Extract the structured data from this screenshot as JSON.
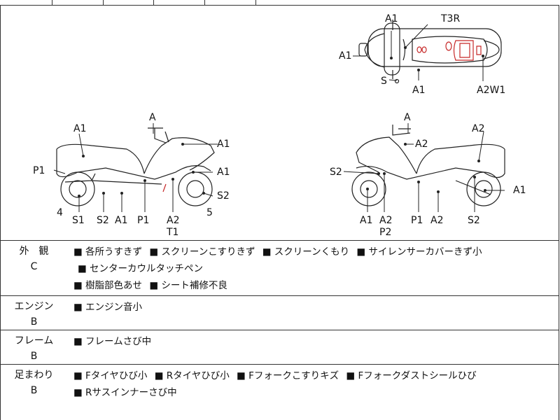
{
  "diagram": {
    "top_view_labels": [
      "A1",
      "T3R",
      "A1",
      "S",
      "A1",
      "A2W1"
    ],
    "left_view_labels": [
      "A",
      "A1",
      "A1",
      "P1",
      "A1",
      "S2",
      "4",
      "S1",
      "S2",
      "A1",
      "P1",
      "A2",
      "T1",
      "5"
    ],
    "right_view_labels": [
      "A",
      "A2",
      "A2",
      "S2",
      "A1",
      "A1",
      "P2",
      "A2",
      "P1",
      "A2",
      "S2"
    ]
  },
  "rows": [
    {
      "category": "外　観",
      "grade": "C",
      "notes": [
        "各所うすきず",
        "スクリーンこすりきず",
        "スクリーンくもり",
        "サイレンサーカバーきず小",
        "センターカウルタッチペン",
        "樹脂部色あせ",
        "シート補修不良"
      ]
    },
    {
      "category": "エンジン",
      "grade": "B",
      "notes": [
        "エンジン音小"
      ]
    },
    {
      "category": "フレーム",
      "grade": "B",
      "notes": [
        "フレームさび中"
      ]
    },
    {
      "category": "足まわり",
      "grade": "B",
      "notes": [
        "Fタイヤひび小",
        "Rタイヤひび小",
        "Fフォークこすりキズ",
        "Fフォークダストシールひび",
        "Rサスインナーさび中"
      ]
    }
  ]
}
